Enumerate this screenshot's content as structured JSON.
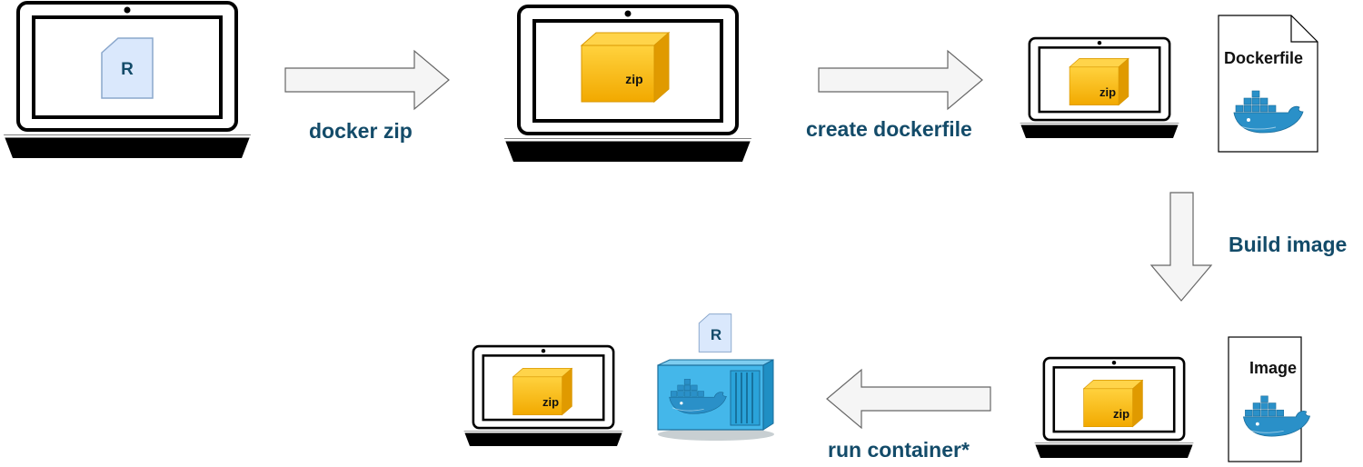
{
  "steps": {
    "docker_zip": "docker zip",
    "create_dockerfile": "create dockerfile",
    "build_image": "Build image",
    "run_container": "run container*"
  },
  "artifacts": {
    "r_script": "R",
    "zip": "zip",
    "dockerfile": "Dockerfile",
    "image": "Image"
  },
  "icons": [
    "laptop-icon",
    "r-file-icon",
    "zip-box-icon",
    "docker-whale-icon",
    "docker-container-icon",
    "document-icon",
    "arrow-icon"
  ],
  "colors": {
    "label": "#134b69",
    "zip_box": "#ffb81c",
    "r_file": "#dae8fc",
    "docker_blue": "#2496ed",
    "arrow_fill": "#f5f5f5"
  }
}
